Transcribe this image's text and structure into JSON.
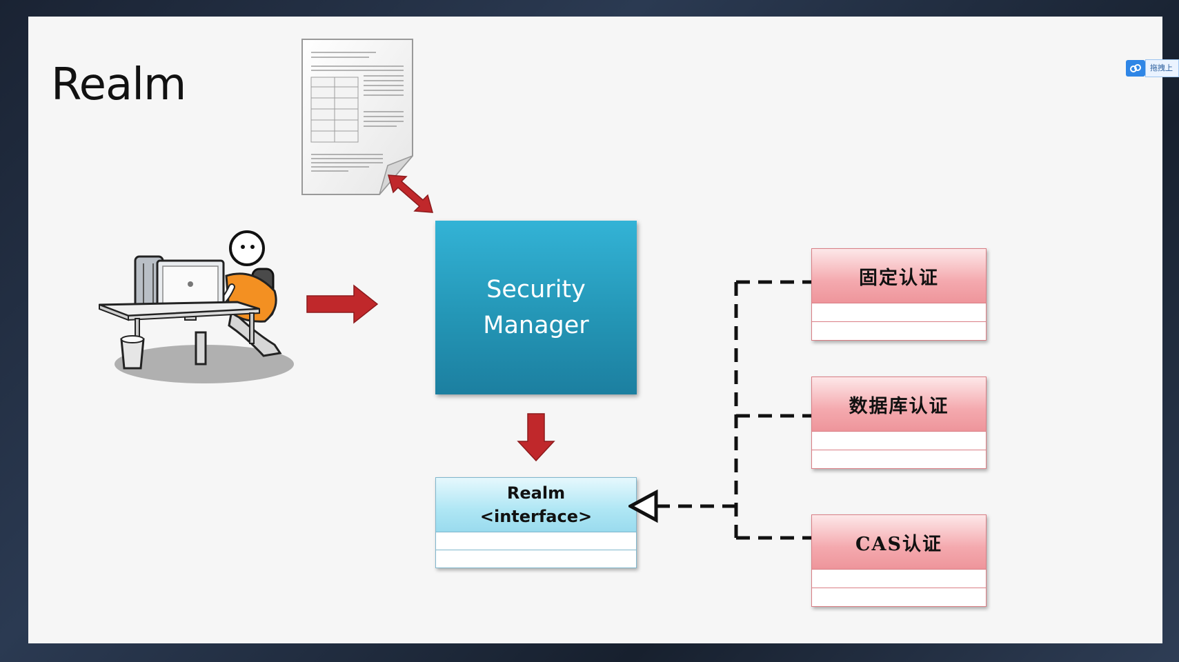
{
  "slide": {
    "title": "Realm"
  },
  "security_manager": {
    "line1": "Security",
    "line2": "Manager",
    "color": "#2aa2c4"
  },
  "realm_interface": {
    "line1": "Realm",
    "line2": "<interface>"
  },
  "realm_implementations": [
    {
      "label": "固定认证"
    },
    {
      "label": "数据库认证"
    },
    {
      "label": "CAS认证"
    }
  ],
  "overlay_widget": {
    "icon": "cloud-share-icon",
    "label": "拖拽上"
  },
  "colors": {
    "arrow_red": "#c0282b",
    "impl_pink": "#f4a9ae",
    "interface_blue": "#aee6f4"
  }
}
